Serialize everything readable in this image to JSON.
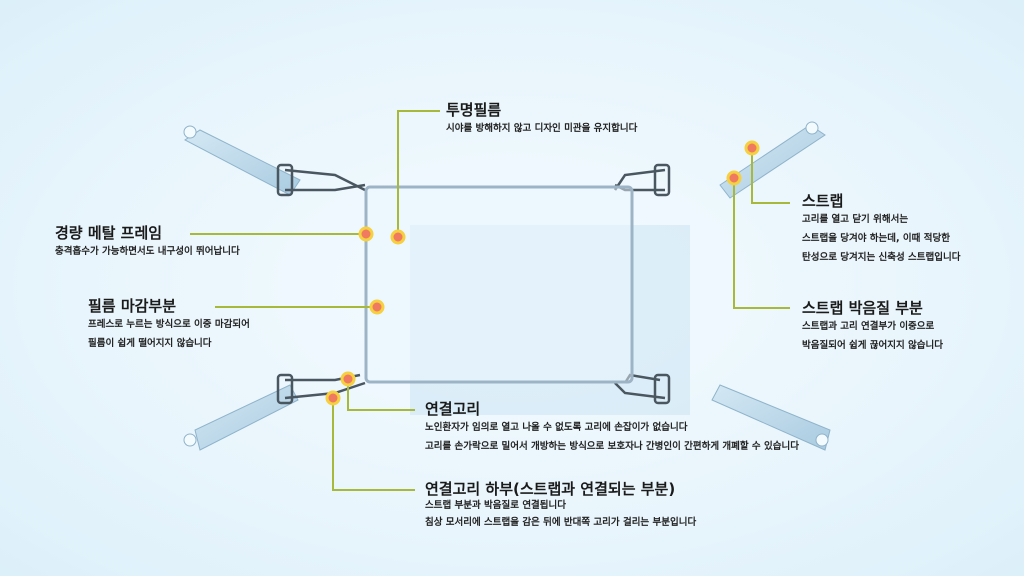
{
  "colors": {
    "leader": "#a8b83a",
    "dot": "#f07a60",
    "dot_ring": "#f5d040",
    "frame": "#9db4c6"
  },
  "callouts": {
    "film": {
      "title": "투명필름",
      "lines": [
        "시야를 방해하지 않고 디자인 미관을 유지합니다"
      ]
    },
    "frame": {
      "title": "경량 메탈 프레임",
      "lines": [
        "충격흡수가 가능하면서도 내구성이 뛰어납니다"
      ]
    },
    "finish": {
      "title": "필름 마감부분",
      "lines": [
        "프레스로 누르는 방식으로 이중 마감되어",
        "필름이 쉽게 떨어지지 않습니다"
      ]
    },
    "strap": {
      "title": "스트랩",
      "lines": [
        "고리를 열고 닫기 위해서는",
        "스트랩을 당겨야 하는데, 이때 적당한",
        "탄성으로 당겨지는 신축성 스트랩입니다"
      ]
    },
    "stitch": {
      "title": "스트랩 박음질 부분",
      "lines": [
        "스트랩과 고리 연결부가 이중으로",
        "박음질되어 쉽게 끊어지지 않습니다"
      ]
    },
    "hook": {
      "title": "연결고리",
      "lines": [
        "노인환자가 임의로 열고 나올 수 없도록 고리에 손잡이가 없습니다",
        "고리를 손가락으로 밀어서 개방하는 방식으로 보호자나 간병인이 간편하게 개폐할 수 있습니다"
      ]
    },
    "hook_base": {
      "title": "연결고리 하부(스트랩과 연결되는 부분)",
      "lines": [
        "스트랩 부분과 박음질로 연결됩니다",
        "침상 모서리에 스트랩을 감은 뒤에 반대쪽 고리가 걸리는 부분입니다"
      ]
    }
  }
}
